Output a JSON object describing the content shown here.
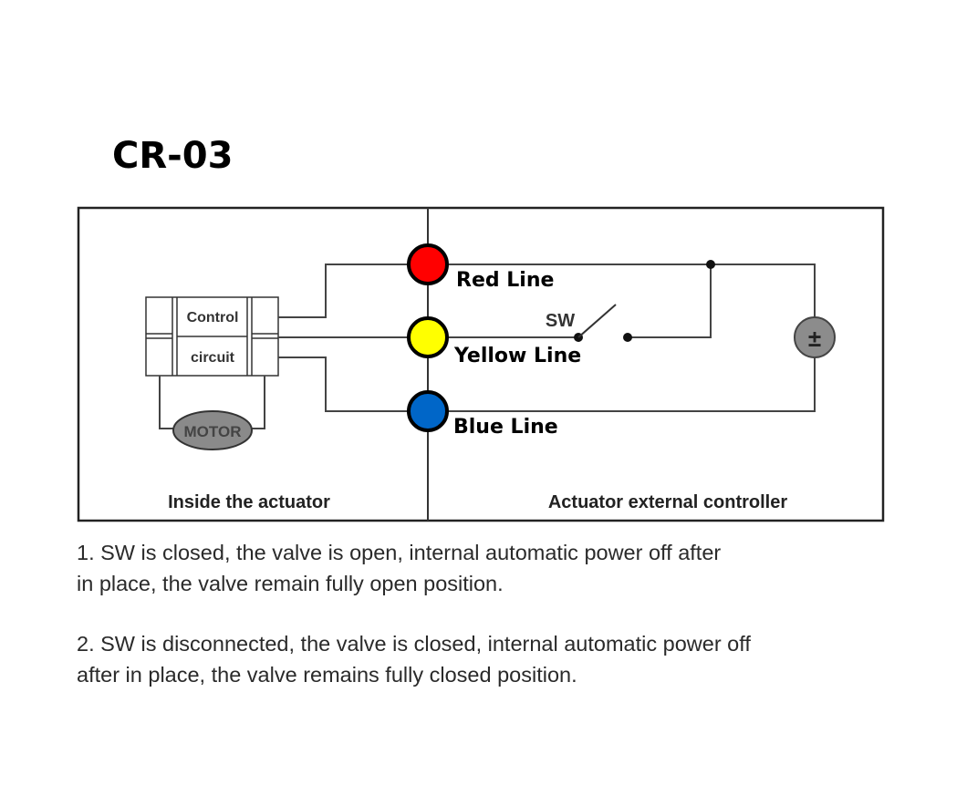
{
  "title": "CR-03",
  "diagram": {
    "left_panel_label": "Inside the actuator",
    "right_panel_label": "Actuator external controller",
    "control_circuit": {
      "line1": "Control",
      "line2": "circuit"
    },
    "motor_label": "MOTOR",
    "switch_label": "SW",
    "power_source_symbol": "±",
    "terminals": [
      {
        "label": "Red Line",
        "color": "#ff0000"
      },
      {
        "label": "Yellow Line",
        "color": "#ffff00"
      },
      {
        "label": "Blue Line",
        "color": "#0066c8"
      }
    ]
  },
  "notes": [
    {
      "lines": [
        "1. SW is closed, the valve is open, internal automatic power off after",
        "in place, the valve remain fully open position."
      ]
    },
    {
      "lines": [
        "2. SW is disconnected, the valve is closed, internal automatic power off",
        "after in place, the valve remains fully closed position."
      ]
    }
  ]
}
